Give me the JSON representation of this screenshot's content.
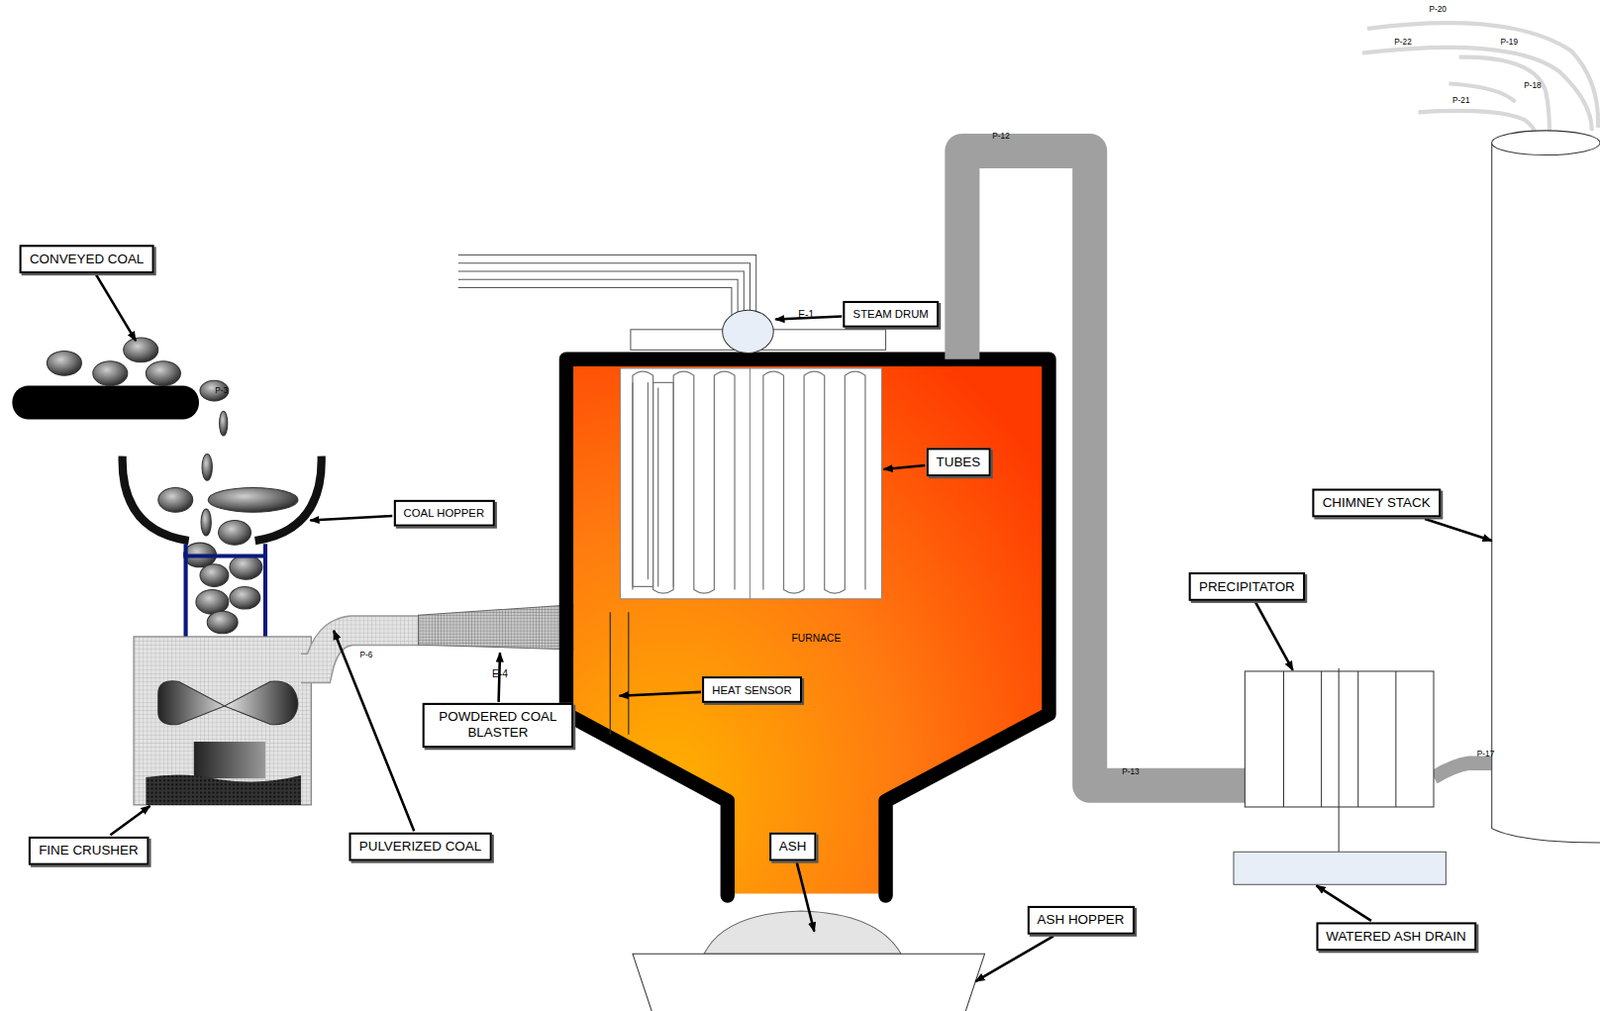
{
  "diagram": {
    "nodes": [
      {
        "text": [
          "CONVEYED COAL"
        ]
      },
      {
        "text": [
          "STEAM DRUM"
        ]
      },
      {
        "text": [
          "TUBES"
        ]
      },
      {
        "text": [
          "CHIMNEY STACK"
        ]
      },
      {
        "text": [
          "COAL HOPPER"
        ]
      },
      {
        "text": [
          "PRECIPITATOR"
        ]
      },
      {
        "text": [
          "HEAT SENSOR"
        ]
      },
      {
        "text": [
          "POWDERED COAL BLASTER"
        ]
      },
      {
        "text": [
          "FINE CRUSHER"
        ]
      },
      {
        "text": [
          "PULVERIZED COAL"
        ]
      },
      {
        "text": [
          "ASH"
        ]
      },
      {
        "text": [
          "ASH HOPPER"
        ]
      },
      {
        "text": [
          "WATERED ASH DRAIN"
        ]
      }
    ],
    "labels": [
      "P-20",
      "P-22",
      "P-19",
      "P-18",
      "P-21",
      "P-12",
      "P-3",
      "E-1",
      "P-6",
      "E-4",
      "FURNACE",
      "P-17",
      "P-13"
    ]
  }
}
